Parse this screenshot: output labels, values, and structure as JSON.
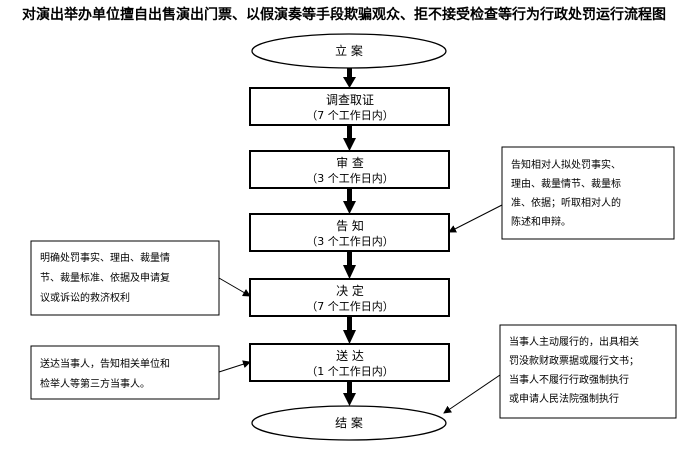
{
  "title": "对演出举办单位擅自出售演出门票、以假演奏等手段欺骗观众、拒不接受检查等行为行政处罚运行流程图",
  "steps": [
    {
      "label": "立 案",
      "duration": ""
    },
    {
      "label": "调查取证",
      "duration": "（7 个工作日内）"
    },
    {
      "label": "审 查",
      "duration": "（3 个工作日内）"
    },
    {
      "label": "告 知",
      "duration": "（3 个工作日内）"
    },
    {
      "label": "决 定",
      "duration": "（7 个工作日内）"
    },
    {
      "label": "送 达",
      "duration": "（1 个工作日内）"
    },
    {
      "label": "结 案",
      "duration": ""
    }
  ],
  "notes": {
    "inform": [
      "告知相对人拟处罚事实、",
      "理由、裁量情节、裁量标",
      "准、依据；听取相对人的",
      "陈述和申辩。"
    ],
    "decision": [
      "明确处罚事实、理由、裁量情",
      "节、裁量标准、依据及申请复",
      "议或诉讼的救济权利"
    ],
    "delivery": [
      "送达当事人，告知相关单位和",
      "检举人等第三方当事人。"
    ],
    "closing": [
      "当事人主动履行的，出具相关",
      "罚没款财政票据或履行文书；",
      "当事人不履行行政强制执行",
      "或申请人民法院强制执行"
    ]
  }
}
